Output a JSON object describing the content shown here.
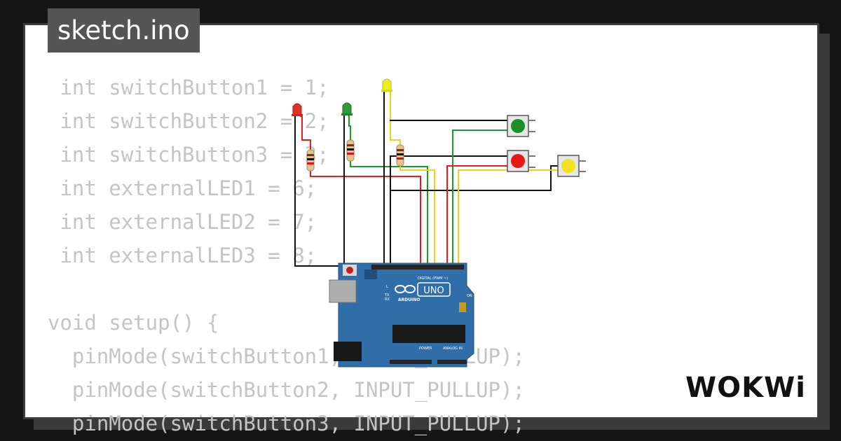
{
  "title": "sketch.ino",
  "brand": "WOKWi",
  "code_lines": [
    " int switchButton1 = 1;",
    " int switchButton2 = 2;",
    " int switchButton3 = 3;",
    " int externalLED1 = 6;",
    " int externalLED2 = 7;",
    " int externalLED3 = 8;",
    "",
    "void setup() {",
    "  pinMode(switchButton1, INPUT_PULLUP);",
    "  pinMode(switchButton2, INPUT_PULLUP);",
    "  pinMode(switchButton3, INPUT_PULLUP);"
  ],
  "board": {
    "model": "UNO",
    "brand": "ARDUINO",
    "digital_label": "DIGITAL (PWM ~)",
    "power_label": "POWER",
    "analog_label": "ANALOG IN",
    "on_label": "ON",
    "tx_label": "TX",
    "rx_label": "RX",
    "l_label": "L"
  },
  "colors": {
    "background": "#151515",
    "card": "#ffffff",
    "code_text": "#c4c4c4",
    "board": "#2f6ea8",
    "led_red": "#e0302a",
    "led_green": "#2e9a3a",
    "led_yellow": "#ecec20",
    "wire_red": "#e21f1f",
    "wire_green": "#1d9a2a",
    "wire_yellow": "#f0d020",
    "wire_black": "#111111"
  },
  "icons": [
    "arduino-infinity-icon"
  ]
}
